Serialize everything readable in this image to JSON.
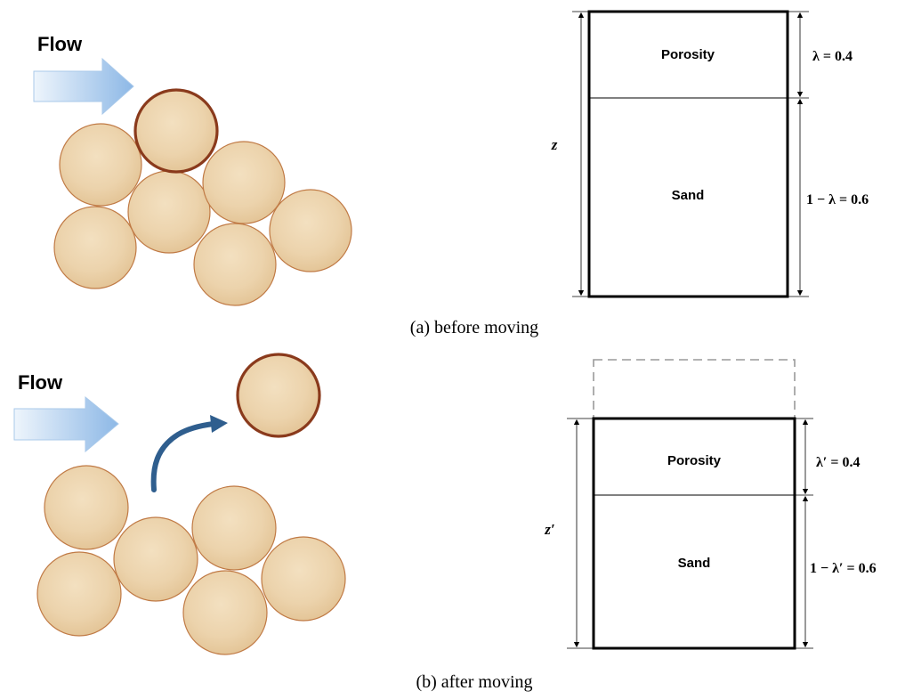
{
  "panel_a": {
    "flow_label": "Flow",
    "caption": "(a)  before  moving",
    "box": {
      "top_label": "Porosity",
      "bottom_label": "Sand",
      "height_label": "z",
      "top_fraction_label": "λ = 0.4",
      "bottom_fraction_label": "1 − λ = 0.6"
    }
  },
  "panel_b": {
    "flow_label": "Flow",
    "caption": "(b)  after  moving",
    "box": {
      "top_label": "Porosity",
      "bottom_label": "Sand",
      "height_label": "z′",
      "top_fraction_label": "λ′ = 0.4",
      "bottom_fraction_label": "1 − λ′ = 0.6"
    }
  },
  "colors": {
    "grain_fill": "#ecd3ac",
    "grain_edge": "#c07a45",
    "moving_grain_edge": "#8a3a1c",
    "flow_arrow": "#9dc3ea",
    "lift_arrow": "#2f5e8e",
    "box_stroke": "#000000",
    "dashed_outline": "#9a9a9a"
  }
}
